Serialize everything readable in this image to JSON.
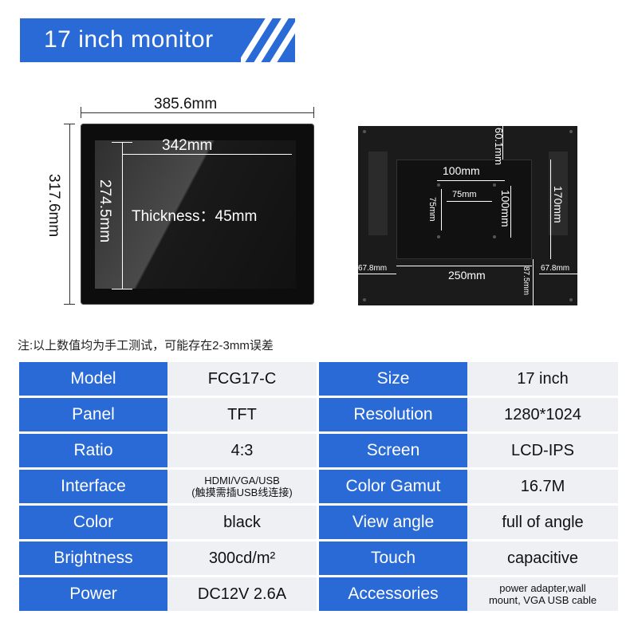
{
  "header": {
    "title": "17 inch monitor"
  },
  "front_view": {
    "width_label": "385.6mm",
    "height_label": "317.6mm",
    "screen_width_label": "342mm",
    "screen_height_label": "274.5mm",
    "thickness_label": "Thickness：45mm"
  },
  "back_view": {
    "top_label": "60.1mm",
    "vesa_outer_label": "100mm",
    "vesa_inner_label": "75mm",
    "vesa_left_label": "75mm",
    "vesa_right_label": "100mm",
    "panel_height_label": "170mm",
    "left_margin_label": "67.8mm",
    "bottom_width_label": "250mm",
    "bottom_label": "87.5mm",
    "right_margin_label": "67.8mm"
  },
  "note": "注:以上数值均为手工测试，可能存在2-3mm误差",
  "specs": [
    {
      "label1": "Model",
      "value1": "FCG17-C",
      "label2": "Size",
      "value2": "17 inch"
    },
    {
      "label1": "Panel",
      "value1": "TFT",
      "label2": "Resolution",
      "value2": "1280*1024"
    },
    {
      "label1": "Ratio",
      "value1": "4:3",
      "label2": "Screen",
      "value2": "LCD-IPS"
    },
    {
      "label1": "Interface",
      "value1_line1": "HDMI/VGA/USB",
      "value1_line2": "(触摸需插USB线连接)",
      "label2": "Color Gamut",
      "value2": "16.7M"
    },
    {
      "label1": "Color",
      "value1": "black",
      "label2": "View angle",
      "value2": "full of angle"
    },
    {
      "label1": "Brightness",
      "value1": "300cd/m²",
      "label2": "Touch",
      "value2": "capacitive"
    },
    {
      "label1": "Power",
      "value1": "DC12V 2.6A",
      "label2": "Accessories",
      "value2_line1": "power adapter,wall",
      "value2_line2": "mount, VGA USB cable"
    }
  ],
  "colors": {
    "accent": "#2a6ad6",
    "cell_bg": "#eef0f4"
  }
}
